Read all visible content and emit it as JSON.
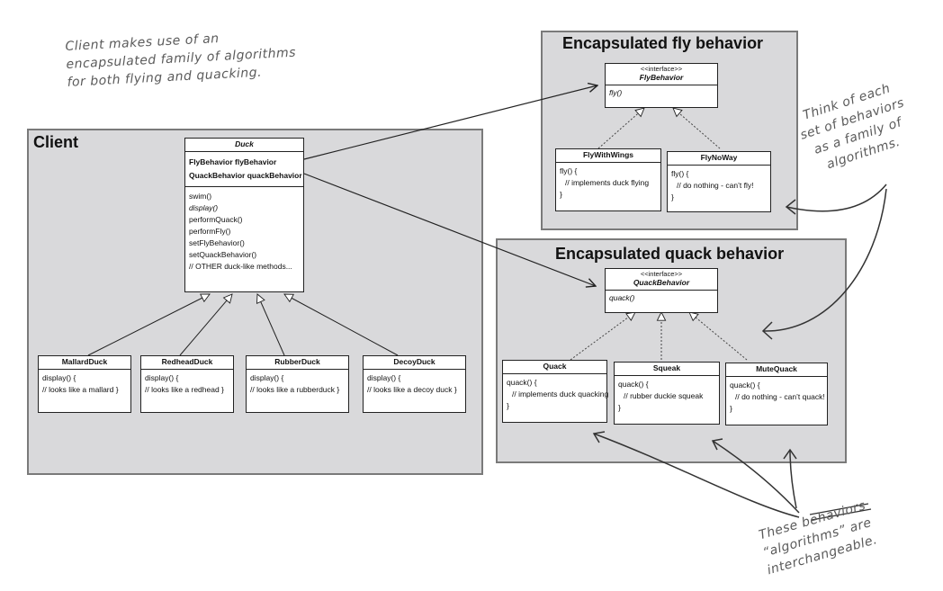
{
  "annotations": {
    "client_note": [
      "Client makes use of an",
      "encapsulated family of algorithms",
      "for both flying and quacking."
    ],
    "family_note": [
      "Think of each",
      "set of behaviors",
      "as a family of",
      "algorithms."
    ],
    "interchangeable_note": [
      "These behaviors",
      "“algorithms” are",
      "interchangeable."
    ]
  },
  "client_panel": {
    "title": "Client",
    "duck": {
      "name": "Duck",
      "fields": [
        "FlyBehavior flyBehavior",
        "QuackBehavior quackBehavior"
      ],
      "methods": [
        "swim()",
        "display()",
        "performQuack()",
        "performFly()",
        "setFlyBehavior()",
        "setQuackBehavior()",
        "// OTHER duck-like methods..."
      ]
    },
    "subclasses": [
      {
        "name": "MallardDuck",
        "lines": [
          "display() {",
          "// looks like a mallard }"
        ]
      },
      {
        "name": "RedheadDuck",
        "lines": [
          "display() {",
          "// looks like a redhead }"
        ]
      },
      {
        "name": "RubberDuck",
        "lines": [
          "display() {",
          "// looks like a rubberduck }"
        ]
      },
      {
        "name": "DecoyDuck",
        "lines": [
          "display() {",
          "// looks like a decoy duck }"
        ]
      }
    ]
  },
  "fly_panel": {
    "title": "Encapsulated fly behavior",
    "interface": {
      "stereotype": "<<interface>>",
      "name": "FlyBehavior",
      "method": "fly()"
    },
    "classes": [
      {
        "name": "FlyWithWings",
        "lines": [
          "fly() {",
          "// implements duck flying",
          "}"
        ]
      },
      {
        "name": "FlyNoWay",
        "lines": [
          "fly() {",
          "// do nothing - can’t fly!",
          "}"
        ]
      }
    ]
  },
  "quack_panel": {
    "title": "Encapsulated quack behavior",
    "interface": {
      "stereotype": "<<interface>>",
      "name": "QuackBehavior",
      "method": "quack()"
    },
    "classes": [
      {
        "name": "Quack",
        "lines": [
          "quack() {",
          "// implements duck quacking",
          "}"
        ]
      },
      {
        "name": "Squeak",
        "lines": [
          "quack() {",
          "// rubber duckie squeak",
          "}"
        ]
      },
      {
        "name": "MuteQuack",
        "lines": [
          "quack() {",
          "// do nothing - can’t quack!",
          "}"
        ]
      }
    ]
  }
}
